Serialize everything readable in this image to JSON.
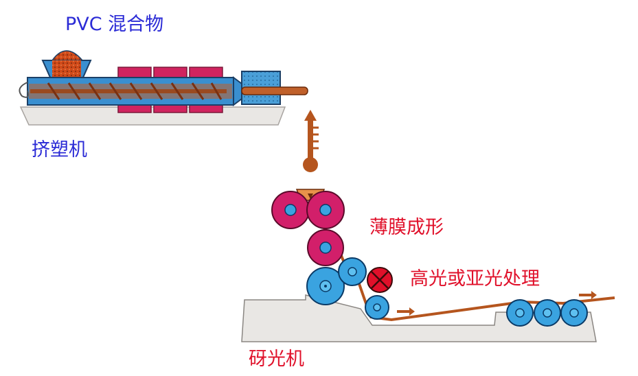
{
  "labels": {
    "pvc_mix": "PVC 混合物",
    "extruder": "挤塑机",
    "film_forming": "薄膜成形",
    "gloss_matte": "高光或亚光处理",
    "calender": "砑光机"
  },
  "colors": {
    "label_blue": "#2b2bd6",
    "label_red": "#e0102a",
    "roller_pink": "#d21f6a",
    "roller_blue": "#3aa3e0",
    "film_brown": "#b5551e",
    "base_gray": "#e9e7e4",
    "barrel_blue": "#3a8fd0",
    "heater_pink": "#d0245f"
  },
  "icons": {
    "marker": "cross-circle-icon"
  }
}
